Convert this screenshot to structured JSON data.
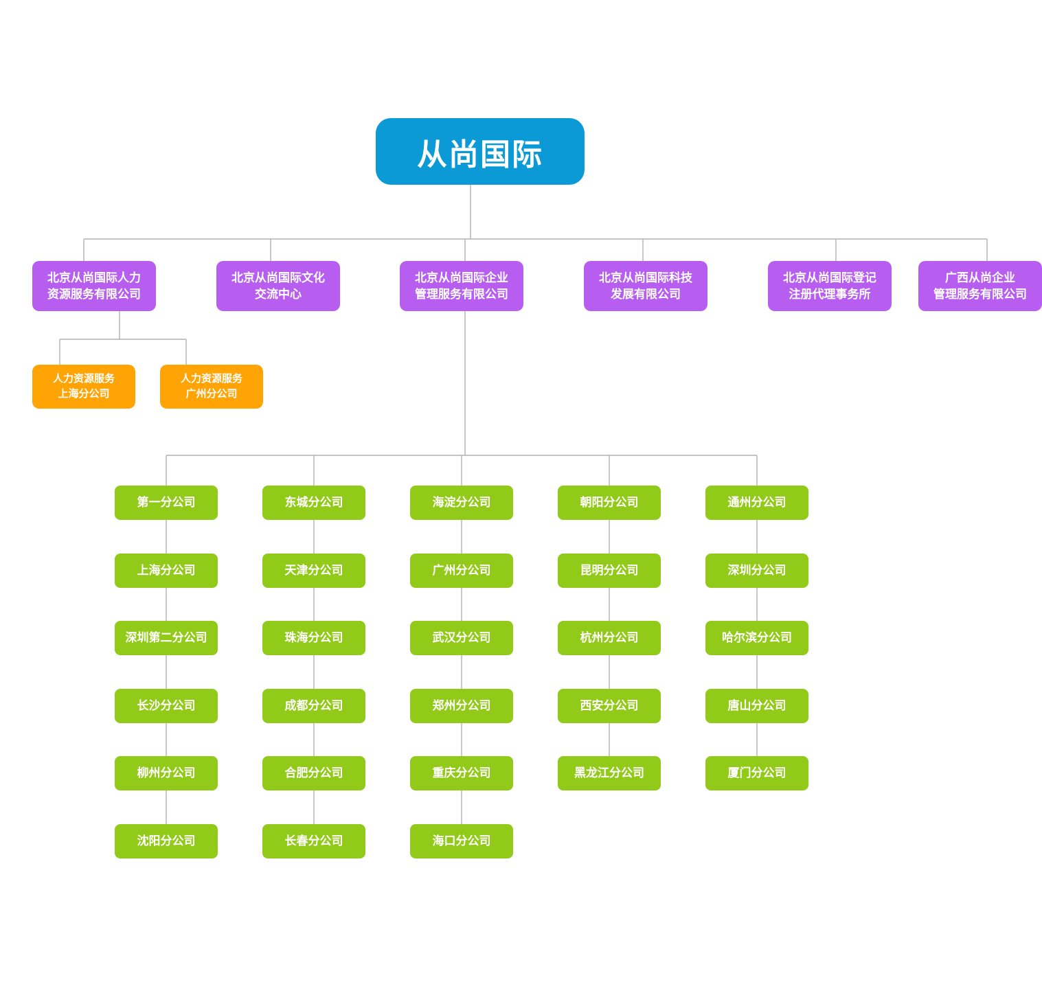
{
  "palette": {
    "root": "#0c9ad6",
    "subsidiary": "#b75ef0",
    "hr_branch": "#ffa404",
    "branch": "#92ca19",
    "connector": "#b0b0b0",
    "node_text": "#ffffff"
  },
  "org": {
    "root": {
      "label": "从尚国际"
    },
    "level2": [
      {
        "lines": [
          "北京从尚国际人力",
          "资源服务有限公司"
        ]
      },
      {
        "lines": [
          "北京从尚国际文化",
          "交流中心"
        ]
      },
      {
        "lines": [
          "北京从尚国际企业",
          "管理服务有限公司"
        ]
      },
      {
        "lines": [
          "北京从尚国际科技",
          "发展有限公司"
        ]
      },
      {
        "lines": [
          "北京从尚国际登记",
          "注册代理事务所"
        ]
      },
      {
        "lines": [
          "广西从尚企业",
          "管理服务有限公司"
        ]
      }
    ],
    "hr_branches": [
      {
        "lines": [
          "人力资源服务",
          "上海分公司"
        ]
      },
      {
        "lines": [
          "人力资源服务",
          "广州分公司"
        ]
      }
    ],
    "branch_columns": [
      {
        "items": [
          "第一分公司",
          "上海分公司",
          "深圳第二分公司",
          "长沙分公司",
          "柳州分公司",
          "沈阳分公司"
        ]
      },
      {
        "items": [
          "东城分公司",
          "天津分公司",
          "珠海分公司",
          "成都分公司",
          "合肥分公司",
          "长春分公司"
        ]
      },
      {
        "items": [
          "海淀分公司",
          "广州分公司",
          "武汉分公司",
          "郑州分公司",
          "重庆分公司",
          "海口分公司"
        ]
      },
      {
        "items": [
          "朝阳分公司",
          "昆明分公司",
          "杭州分公司",
          "西安分公司",
          "黑龙江分公司"
        ]
      },
      {
        "items": [
          "通州分公司",
          "深圳分公司",
          "哈尔滨分公司",
          "唐山分公司",
          "厦门分公司"
        ]
      }
    ]
  }
}
